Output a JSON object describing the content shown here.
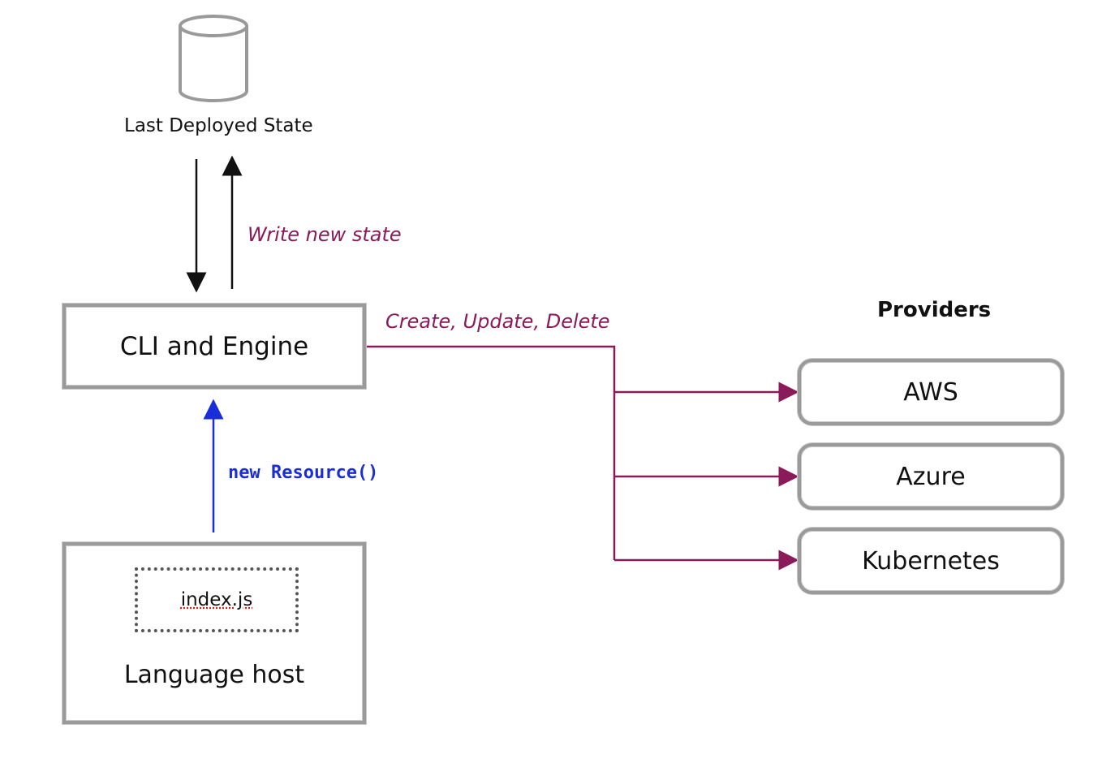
{
  "storage": {
    "label": "Last Deployed State",
    "icon": "database-icon"
  },
  "arrows": {
    "write_state_label": "Write new state",
    "new_resource_label": "new Resource()",
    "crud_label": "Create, Update, Delete"
  },
  "cli_engine": {
    "label": "CLI and Engine"
  },
  "language_host": {
    "label": "Language host",
    "file_label": "index.js"
  },
  "providers": {
    "title": "Providers",
    "items": [
      {
        "label": "AWS"
      },
      {
        "label": "Azure"
      },
      {
        "label": "Kubernetes"
      }
    ]
  },
  "colors": {
    "purple": "#8b1a5a",
    "blue": "#1a2ed8",
    "border": "#9a9a9a"
  }
}
